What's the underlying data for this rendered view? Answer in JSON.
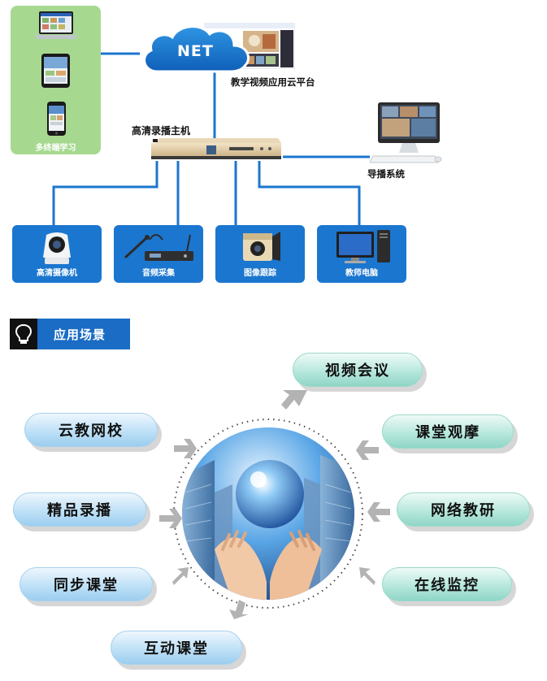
{
  "diagram": {
    "cloud_label": "NET",
    "cloud_platform_caption": "教学视频应用云平台",
    "terminal_caption": "多终端学习",
    "host_caption": "高清录播主机",
    "director_caption": "导播系统",
    "devices": [
      {
        "label": "高清摄像机"
      },
      {
        "label": "音频采集"
      },
      {
        "label": "图像跟踪"
      },
      {
        "label": "教师电脑"
      }
    ]
  },
  "section": {
    "title": "应用场景"
  },
  "scenarios": {
    "left": [
      "云教网校",
      "精品录播",
      "同步课堂"
    ],
    "bottom": "互动课堂",
    "top": "视频会议",
    "right": [
      "课堂观摩",
      "网络教研",
      "在线监控"
    ]
  },
  "colors": {
    "line_blue": "#1b76cf",
    "panel_green": "#a6d98f",
    "section_blue": "#1a6cc4",
    "pill_blue": "#bfe1f7",
    "pill_teal": "#b7e8dd"
  }
}
